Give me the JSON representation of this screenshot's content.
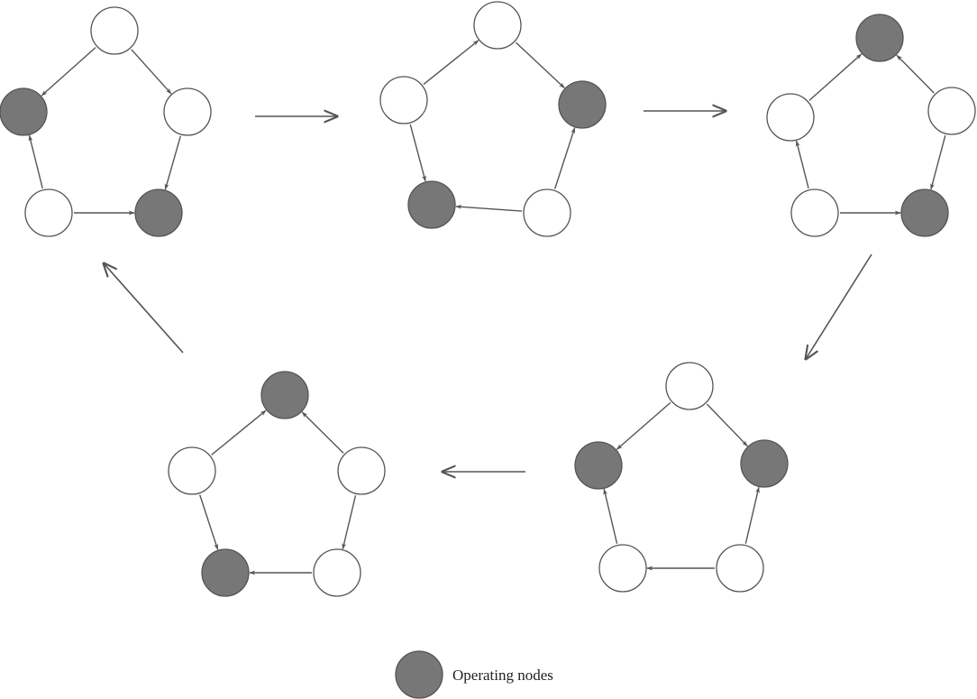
{
  "colors": {
    "operating": "#777777",
    "idle": "#ffffff",
    "stroke": "#555555"
  },
  "states": [
    {
      "name": "state-1",
      "nodes": {
        "top": "idle",
        "left": "operating",
        "right": "idle",
        "bottom-left": "idle",
        "bottom-right": "operating"
      },
      "edges": [
        [
          "top",
          "left"
        ],
        [
          "top",
          "right"
        ],
        [
          "right",
          "bottom-right"
        ],
        [
          "bottom-left",
          "bottom-right"
        ],
        [
          "bottom-left",
          "left"
        ]
      ]
    },
    {
      "name": "state-2",
      "nodes": {
        "top": "idle",
        "left": "idle",
        "right": "operating",
        "bottom-left": "operating",
        "bottom-right": "idle"
      },
      "edges": [
        [
          "left",
          "top"
        ],
        [
          "top",
          "right"
        ],
        [
          "left",
          "bottom-left"
        ],
        [
          "bottom-right",
          "bottom-left"
        ],
        [
          "bottom-right",
          "right"
        ]
      ]
    },
    {
      "name": "state-3",
      "nodes": {
        "top": "operating",
        "left": "idle",
        "right": "idle",
        "bottom-left": "idle",
        "bottom-right": "operating"
      },
      "edges": [
        [
          "left",
          "top"
        ],
        [
          "right",
          "top"
        ],
        [
          "right",
          "bottom-right"
        ],
        [
          "bottom-left",
          "bottom-right"
        ],
        [
          "bottom-left",
          "left"
        ]
      ]
    },
    {
      "name": "state-4",
      "nodes": {
        "top": "idle",
        "left": "operating",
        "right": "operating",
        "bottom-left": "idle",
        "bottom-right": "idle"
      },
      "edges": [
        [
          "top",
          "left"
        ],
        [
          "top",
          "right"
        ],
        [
          "bottom-left",
          "left"
        ],
        [
          "bottom-right",
          "bottom-left"
        ],
        [
          "bottom-right",
          "right"
        ]
      ]
    },
    {
      "name": "state-5",
      "nodes": {
        "top": "operating",
        "left": "idle",
        "right": "idle",
        "bottom-left": "operating",
        "bottom-right": "idle"
      },
      "edges": [
        [
          "left",
          "top"
        ],
        [
          "right",
          "top"
        ],
        [
          "left",
          "bottom-left"
        ],
        [
          "right",
          "bottom-right"
        ],
        [
          "bottom-right",
          "bottom-left"
        ]
      ]
    }
  ],
  "transitions": [
    {
      "from": "state-1",
      "to": "state-2"
    },
    {
      "from": "state-2",
      "to": "state-3"
    },
    {
      "from": "state-3",
      "to": "state-4"
    },
    {
      "from": "state-4",
      "to": "state-5"
    },
    {
      "from": "state-5",
      "to": "state-1"
    }
  ],
  "legend": {
    "label": "Operating nodes",
    "marker": "operating"
  }
}
